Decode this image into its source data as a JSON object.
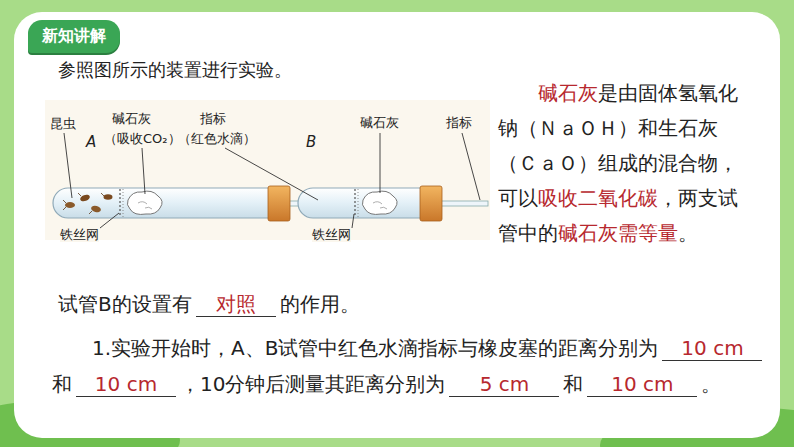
{
  "diagram": {
    "nodes": [
      {
        "text": [
          "新知讲解"
        ]
      }
    ],
    "labels": [
      "参照图所示的装置进行实验。",
      "昆虫",
      "A",
      "碱石灰",
      "（吸收CO₂）",
      "指标",
      "（红色水滴）",
      "铁丝网",
      "B",
      "碱石灰",
      "指标",
      "铁丝网",
      "碱石灰",
      "是由固体氢氧化钠（ＮａＯＨ）和生石灰（ＣａＯ）组成的混合物，可以",
      "吸收二氧化碳",
      "，两支试管中的",
      "碱石灰需等量",
      "。",
      "试管B的设置有",
      "对照",
      "的作用。",
      "1.实验开始时，A、B试管中红色水滴指标与橡皮塞的距离分别为",
      "10 cm",
      "和",
      "10 cm",
      "，10分钟后测量其距离分别为",
      "5 cm",
      "和",
      "10 cm",
      "。"
    ]
  }
}
